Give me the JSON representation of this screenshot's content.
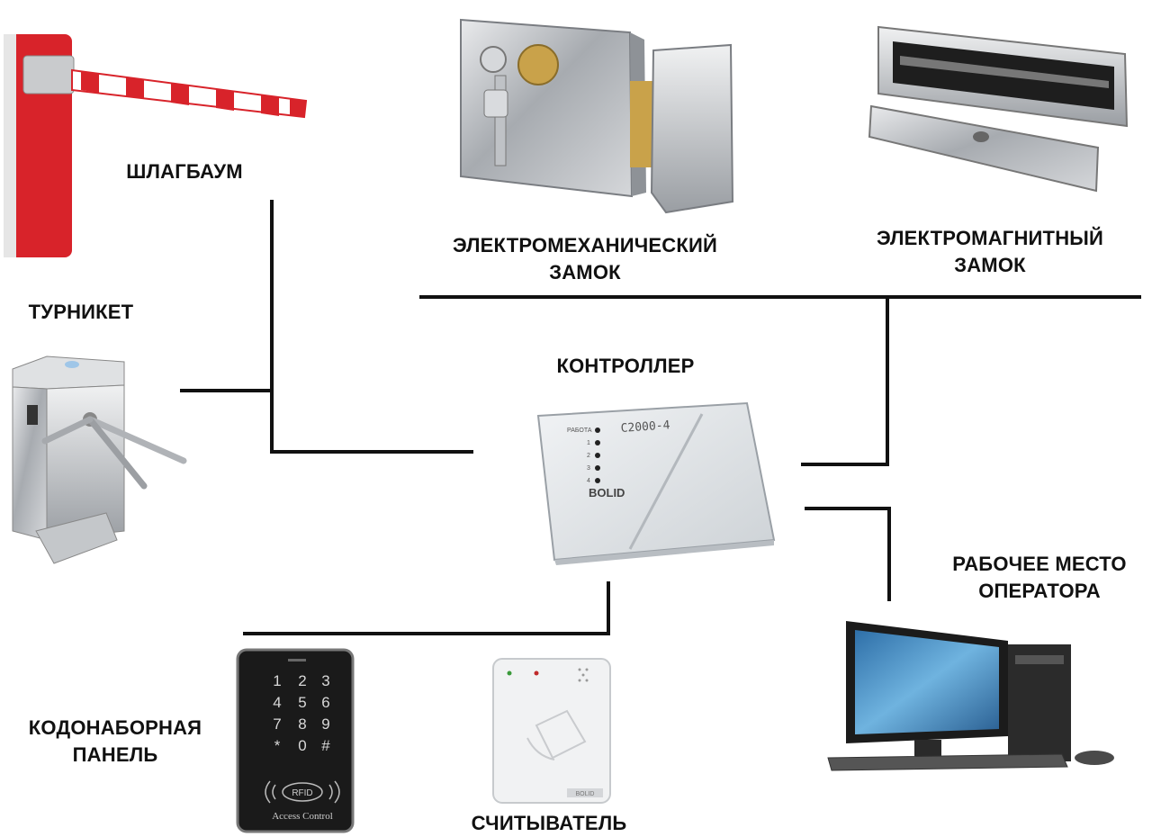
{
  "labels": {
    "barrier": "ШЛАГБАУМ",
    "turnstile": "ТУРНИКЕТ",
    "em_lock": [
      "ЭЛЕКТРОМЕХАНИЧЕСКИЙ",
      "ЗАМОК"
    ],
    "mag_lock": [
      "ЭЛЕКТРОМАГНИТНЫЙ",
      "ЗАМОК"
    ],
    "controller": "КОНТРОЛЛЕР",
    "operator": [
      "РАБОЧЕЕ МЕСТО",
      "ОПЕРАТОРА"
    ],
    "keypad": [
      "КОДОНАБОРНАЯ",
      "ПАНЕЛЬ"
    ],
    "reader": "СЧИТЫВАТЕЛЬ"
  },
  "controller_device": {
    "model": "С2000-4",
    "brand": "BOLID",
    "led_labels": [
      "РАБОТА",
      "1",
      "2",
      "3",
      "4"
    ]
  },
  "keypad_device": {
    "keys": [
      "1",
      "2",
      "3",
      "4",
      "5",
      "6",
      "7",
      "8",
      "9",
      "*",
      "0",
      "#"
    ],
    "rfid": "RFID",
    "caption": "Access Control"
  },
  "reader_device": {
    "brand": "BOLID"
  },
  "colors": {
    "line": "#111111",
    "barrier_red": "#d8232a",
    "metal": "#b9bcc0",
    "controller_body": "#e4e7ea",
    "screen": "#3f8fc7",
    "keypad_body": "#1a1a1a"
  }
}
